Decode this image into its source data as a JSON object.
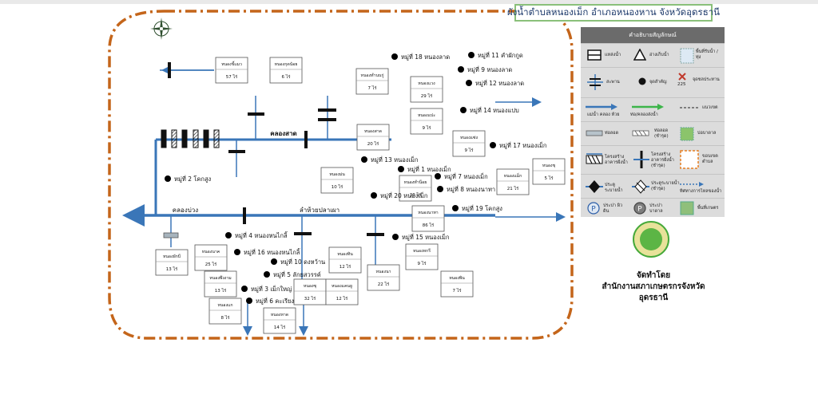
{
  "title": "ผังน้ำตำบลหนองเม็ก อำเภอหนองหาน จังหวัดอุดรธานี",
  "colors": {
    "boundary": "#c4651a",
    "stream": "#3a76b8",
    "structure": "#111111",
    "title_border": "#8ac07a",
    "legend_bg": "#dcdcdc",
    "legend_header": "#6b6b6b"
  },
  "compass": {
    "icon": "compass-rose-icon"
  },
  "streams": {
    "main": "ลำห้วยปลาเผา",
    "north": "คลองสาด",
    "west": "คลองบ่วง"
  },
  "reservoirs": [
    {
      "name": "หนองขี้แมว",
      "area": "57 ไร่"
    },
    {
      "name": "หนองกุดน้อย",
      "area": "6 ไร่"
    },
    {
      "name": "หนองทำนบกู่",
      "area": "7 ไร่"
    },
    {
      "name": "หนองแวง",
      "area": "29 ไร่"
    },
    {
      "name": "หนองแปะ",
      "area": "9 ไร่"
    },
    {
      "name": "หนองแซ่ง",
      "area": "9 ไร่"
    },
    {
      "name": "หนองสาด",
      "area": "20 ไร่"
    },
    {
      "name": "หนองม่น",
      "area": "10 ไร่"
    },
    {
      "name": "หนองทำนีอย",
      "area": "30 ไร่"
    },
    {
      "name": "หนองแม็ก",
      "area": "21 ไร่"
    },
    {
      "name": "หนองชุ",
      "area": "5 ไร่"
    },
    {
      "name": "หนองนาทา",
      "area": "86 ไร่"
    },
    {
      "name": "หนองผักบี",
      "area": "13 ไร่"
    },
    {
      "name": "หนองนาค",
      "area": "25 ไร่"
    },
    {
      "name": "หนองพึงงาม",
      "area": "13 ไร่"
    },
    {
      "name": "หนองแก",
      "area": "8 ไร่"
    },
    {
      "name": "หนองทิน",
      "area": "12 ไร่"
    },
    {
      "name": "หนองนา",
      "area": "22 ไร่"
    },
    {
      "name": "หนองหกรี",
      "area": "9 ไร่"
    },
    {
      "name": "หนองซุ",
      "area": "32 ไร่"
    },
    {
      "name": "หนองแคนยู",
      "area": "12 ไร่"
    },
    {
      "name": "หนองพิน",
      "area": "7 ไร่"
    },
    {
      "name": "หนองหาด",
      "area": "14 ไร่"
    }
  ],
  "villages": [
    "หมู่ที่ 18 หนองลาด",
    "หมู่ที่ 11 คำผักกูด",
    "หมู่ที่ 9 หนองลาด",
    "หมู่ที่ 12 หนองลาด",
    "หมู่ที่ 14 หนองแปบ",
    "หมู่ที่ 17 หนองเม็ก",
    "หมู่ที่ 13 หนองเม็ก",
    "หมู่ที่ 1 หนองเม็ก",
    "หมู่ที่ 7 หนองเม็ก",
    "หมู่ที่ 8 หนองนาทา",
    "หมู่ที่ 2 โคกสูง",
    "หมู่ที่ 20 หนองเม็ก",
    "หมู่ที่ 19 โคกสูง",
    "หมู่ที่ 15 หนองเม็ก",
    "หมู่ที่ 4 หนองหนไกลิ้",
    "หมู่ที่ 16 หนองหนไกลิ้",
    "หมู่ที่ 10 ดงหว้าน",
    "หมู่ที่ 5 ลักยสวรรค์",
    "หมู่ที่ 3 เม็กใหญ่",
    "หมู่ที่ 6 คะเรียง"
  ],
  "legend": {
    "title": "คำอธิบายสัญลักษณ์",
    "items": {
      "weir": "แหล่งน้ำ",
      "reservoir_tri": "อ่างเก็บน้ำ",
      "irrigation_area": "พื้นที่รับน้ำ / ทุ่ง",
      "culvert": "สะพาน",
      "village": "จุดสำคัญ",
      "pump_station": "จุดชลประทาน",
      "pump_count": "225",
      "stream": "แม่น้ำ คลอง ห้วย",
      "canal": "ท่อ/คลองส่งน้ำ",
      "border": "แนวเขต",
      "pipe": "ท่อลอด",
      "pipe_broken": "ท่อลอด (ชำรุด)",
      "pond_repair": "บ่อบาดาล",
      "dike_built": "โครงสร้างอาคารฝั่งน้ำ",
      "gate": "โครงสร้างอาคารฝั่งน้ำ (ชำรุด)",
      "boundary_line": "ขอบเขต ตำบล",
      "well": "ประตู ระบายน้ำ",
      "well_broken": "ประตูระบายน้ำ (ชำรุด)",
      "flow_arrow": "ทิศทางการไหลของน้ำ",
      "pump_a": "ประปา ผิวดิน",
      "pump_b": "ประปา บาดาล",
      "wetland": "พื้นที่เกษตร"
    }
  },
  "credit": {
    "line1": "จัดทำโดย",
    "line2": "สำนักงานสภาเกษตรกรจังหวัด",
    "line3": "อุดรธานี"
  },
  "seal": {
    "icon": "council-seal-icon"
  }
}
